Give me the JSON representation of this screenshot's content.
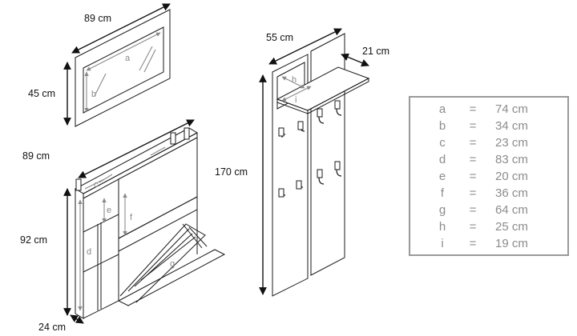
{
  "dimensions": {
    "mirror_width": "89 cm",
    "mirror_height": "45 cm",
    "cabinet_width": "89 cm",
    "cabinet_height": "92 cm",
    "cabinet_depth": "24 cm",
    "wall_width": "55 cm",
    "shelf_depth": "21 cm",
    "wall_height": "170 cm"
  },
  "letters": {
    "a": "a",
    "b": "b",
    "c": "c",
    "d": "d",
    "e": "e",
    "f": "f",
    "g": "g",
    "h": "h",
    "i": "i"
  },
  "legend": [
    {
      "key": "a",
      "eq": "=",
      "value": "74 cm"
    },
    {
      "key": "b",
      "eq": "=",
      "value": "34 cm"
    },
    {
      "key": "c",
      "eq": "=",
      "value": "23 cm"
    },
    {
      "key": "d",
      "eq": "=",
      "value": "83 cm"
    },
    {
      "key": "e",
      "eq": "=",
      "value": "20 cm"
    },
    {
      "key": "f",
      "eq": "=",
      "value": "36 cm"
    },
    {
      "key": "g",
      "eq": "=",
      "value": "64 cm"
    },
    {
      "key": "h",
      "eq": "=",
      "value": "25 cm"
    },
    {
      "key": "i",
      "eq": "=",
      "value": "19 cm"
    }
  ]
}
